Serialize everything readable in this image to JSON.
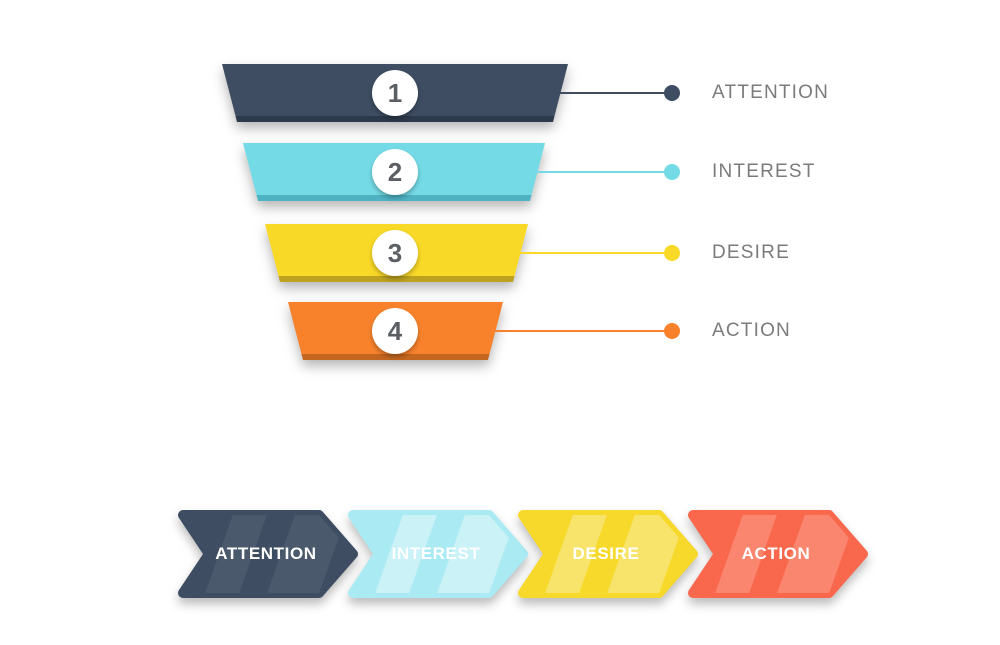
{
  "funnel": {
    "stages": [
      {
        "number": "1",
        "label": "ATTENTION",
        "color": "#3E4D62",
        "bevel_color": "#2D3A4B"
      },
      {
        "number": "2",
        "label": "INTEREST",
        "color": "#74DBE6",
        "bevel_color": "#4FB2C3"
      },
      {
        "number": "3",
        "label": "DESIRE",
        "color": "#F9D927",
        "bevel_color": "#BCA220"
      },
      {
        "number": "4",
        "label": "ACTION",
        "color": "#F8822C",
        "bevel_color": "#C4661F"
      }
    ],
    "label_color": "#7B7B7B",
    "number_color": "#5B5E62"
  },
  "arrow_bar": {
    "items": [
      {
        "label": "ATTENTION",
        "color": "#3E4D62",
        "text_color": "#FFFFFF"
      },
      {
        "label": "INTEREST",
        "color": "#AAEAF3",
        "text_color": "#FFFFFF"
      },
      {
        "label": "DESIRE",
        "color": "#F6D92B",
        "text_color": "#FFFFFF"
      },
      {
        "label": "ACTION",
        "color": "#F9684D",
        "text_color": "#FFFFFF"
      }
    ]
  },
  "background_color": "#FFFFFF"
}
